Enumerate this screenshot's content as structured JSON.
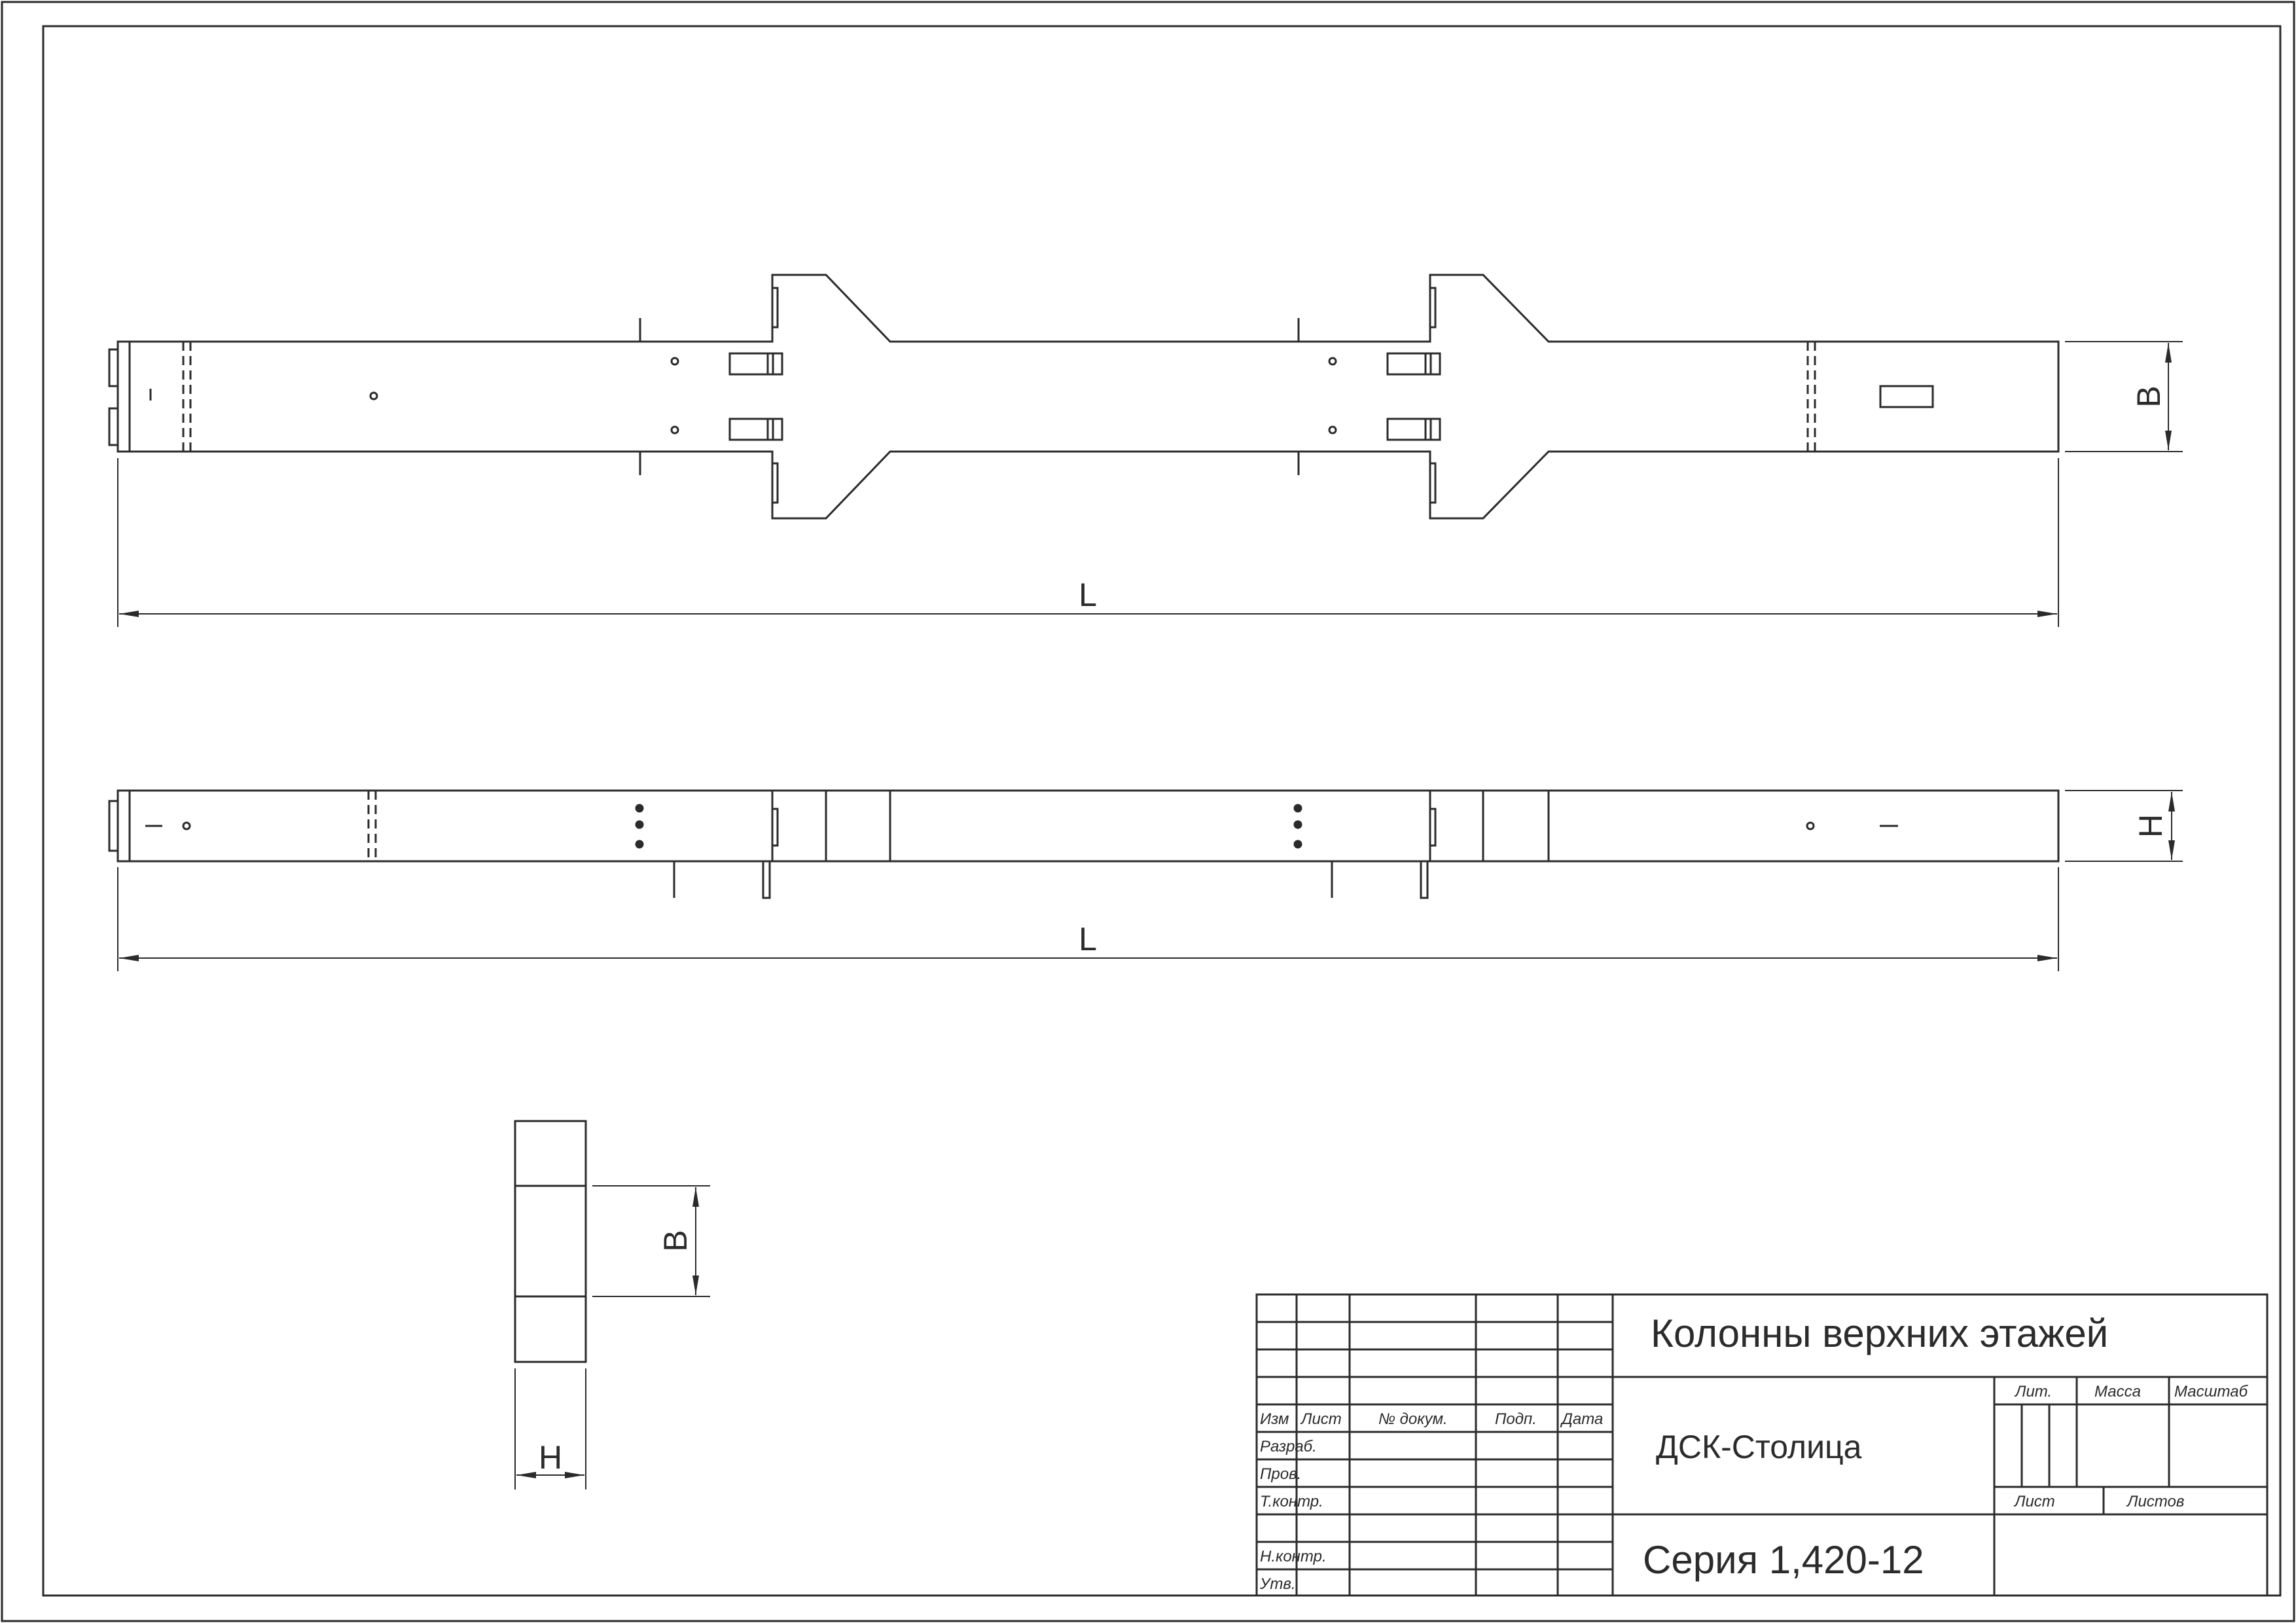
{
  "drawing": {
    "dimensions": {
      "length_label": "L",
      "width_label": "B",
      "height_label": "H"
    }
  },
  "title_block": {
    "title": "Колонны верхних этажей",
    "organization": "ДСК-Столица",
    "series": "Серия 1,420-12",
    "columns": {
      "izm": "Изм",
      "list": "Лист",
      "doc_no": "№ докум.",
      "sign": "Подп.",
      "date": "Дата"
    },
    "roles": {
      "razrab": "Разраб.",
      "prov": "Пров.",
      "tkontr": "Т.контр.",
      "nkontr": "Н.контр.",
      "utv": "Утв."
    },
    "fields": {
      "lit": "Лит.",
      "massa": "Масса",
      "masshtab": "Масштаб",
      "list": "Лист",
      "listov": "Листов"
    }
  },
  "colors": {
    "line": "#2b2b2b",
    "background": "#ffffff"
  }
}
